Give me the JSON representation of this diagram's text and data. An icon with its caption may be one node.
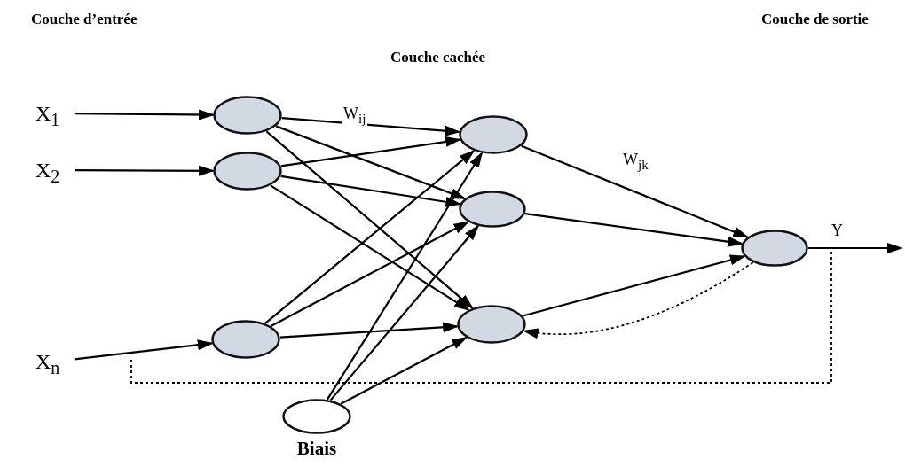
{
  "diagram": {
    "nodes": [
      {
        "text": [
          "X$_{1}$"
        ]
      },
      {
        "text": [
          "X$_{2}$"
        ]
      },
      {
        "text": [
          "X$_{n}$"
        ]
      },
      {
        "text": [],
        "shape": "circle"
      },
      {
        "text": [],
        "shape": "circle"
      },
      {
        "text": [],
        "shape": "circle"
      },
      {
        "text": [],
        "shape": "circle"
      },
      {
        "text": [],
        "shape": "circle"
      },
      {
        "text": [],
        "shape": "circle"
      },
      {
        "text": [],
        "shape": "circle"
      },
      {
        "text": [
          "Biais"
        ]
      }
    ],
    "edges": [
      {
        "from": 0,
        "to": 3,
        "arrow": "to"
      },
      {
        "from": 1,
        "to": 4,
        "arrow": "to"
      },
      {
        "from": 2,
        "to": 5,
        "arrow": "to"
      },
      {
        "from": 3,
        "to": 6,
        "arrow": "to",
        "label": "W$_{ij}$"
      },
      {
        "from": 3,
        "to": 7,
        "arrow": "to"
      },
      {
        "from": 3,
        "to": 8,
        "arrow": "to"
      },
      {
        "from": 4,
        "to": 6,
        "arrow": "to"
      },
      {
        "from": 4,
        "to": 7,
        "arrow": "to"
      },
      {
        "from": 4,
        "to": 8,
        "arrow": "to"
      },
      {
        "from": 5,
        "to": 6,
        "arrow": "to"
      },
      {
        "from": 5,
        "to": 7,
        "arrow": "to"
      },
      {
        "from": 5,
        "to": 8,
        "arrow": "to"
      },
      {
        "from": 10,
        "to": 6,
        "arrow": "to"
      },
      {
        "from": 10,
        "to": 7,
        "arrow": "to"
      },
      {
        "from": 10,
        "to": 8,
        "arrow": "to"
      },
      {
        "from": 6,
        "to": 9,
        "arrow": "to",
        "label": "W$_{jk}$"
      },
      {
        "from": 7,
        "to": 9,
        "arrow": "to"
      },
      {
        "from": 8,
        "to": 9,
        "arrow": "to"
      },
      {
        "from": 9,
        "to": null,
        "arrow": "to",
        "label": "Y"
      },
      {
        "from": 9,
        "to": 8,
        "arrow": "to",
        "style": "dashed"
      },
      {
        "from": 9,
        "to": null,
        "arrow": "none",
        "style": "dashed"
      }
    ],
    "labels": [
      "Couche d’entrée",
      "Couche de sortie",
      "Couche cachée"
    ]
  }
}
